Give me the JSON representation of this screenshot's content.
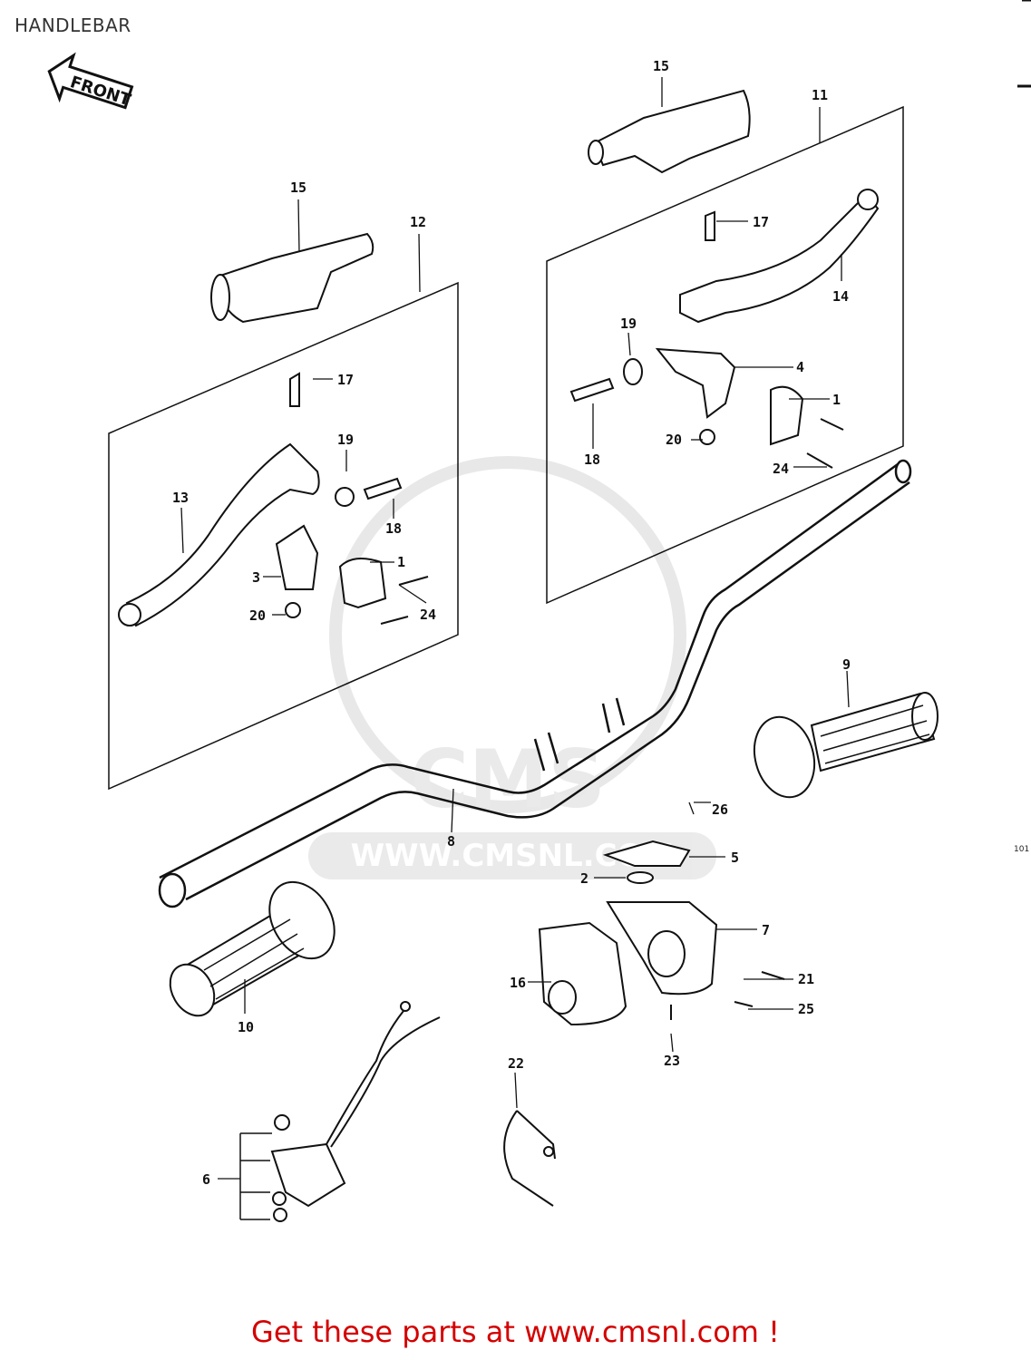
{
  "title": "HANDLEBAR",
  "front_label": "FRONT",
  "watermark": "WWW.CMSNL.COM",
  "side_code": "101",
  "footer": "Get these parts at www.cmsnl.com !",
  "callouts": [
    "1",
    "1",
    "2",
    "3",
    "4",
    "5",
    "6",
    "7",
    "8",
    "9",
    "10",
    "11",
    "12",
    "13",
    "14",
    "15",
    "15",
    "16",
    "17",
    "17",
    "18",
    "18",
    "19",
    "19",
    "20",
    "20",
    "21",
    "22",
    "23",
    "24",
    "24",
    "25",
    "26"
  ],
  "colors": {
    "footer": "#d40000",
    "line": "#111111",
    "watermark": "#cfcfcf"
  }
}
